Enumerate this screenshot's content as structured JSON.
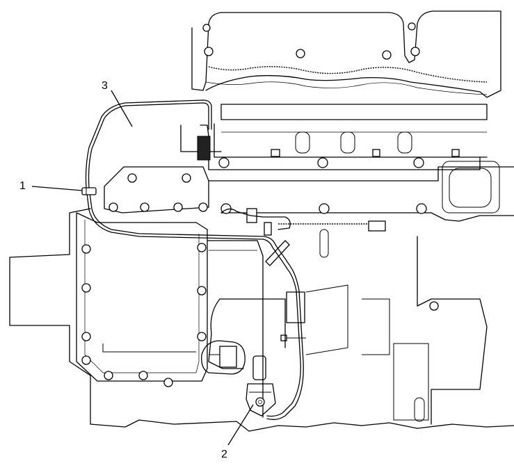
{
  "figure": {
    "background_color": "#ffffff",
    "line_color": "#000000",
    "callouts": [
      {
        "number": "1",
        "part": "callout-1"
      },
      {
        "number": "2",
        "part": "callout-2"
      },
      {
        "number": "3",
        "part": "callout-3"
      }
    ]
  }
}
